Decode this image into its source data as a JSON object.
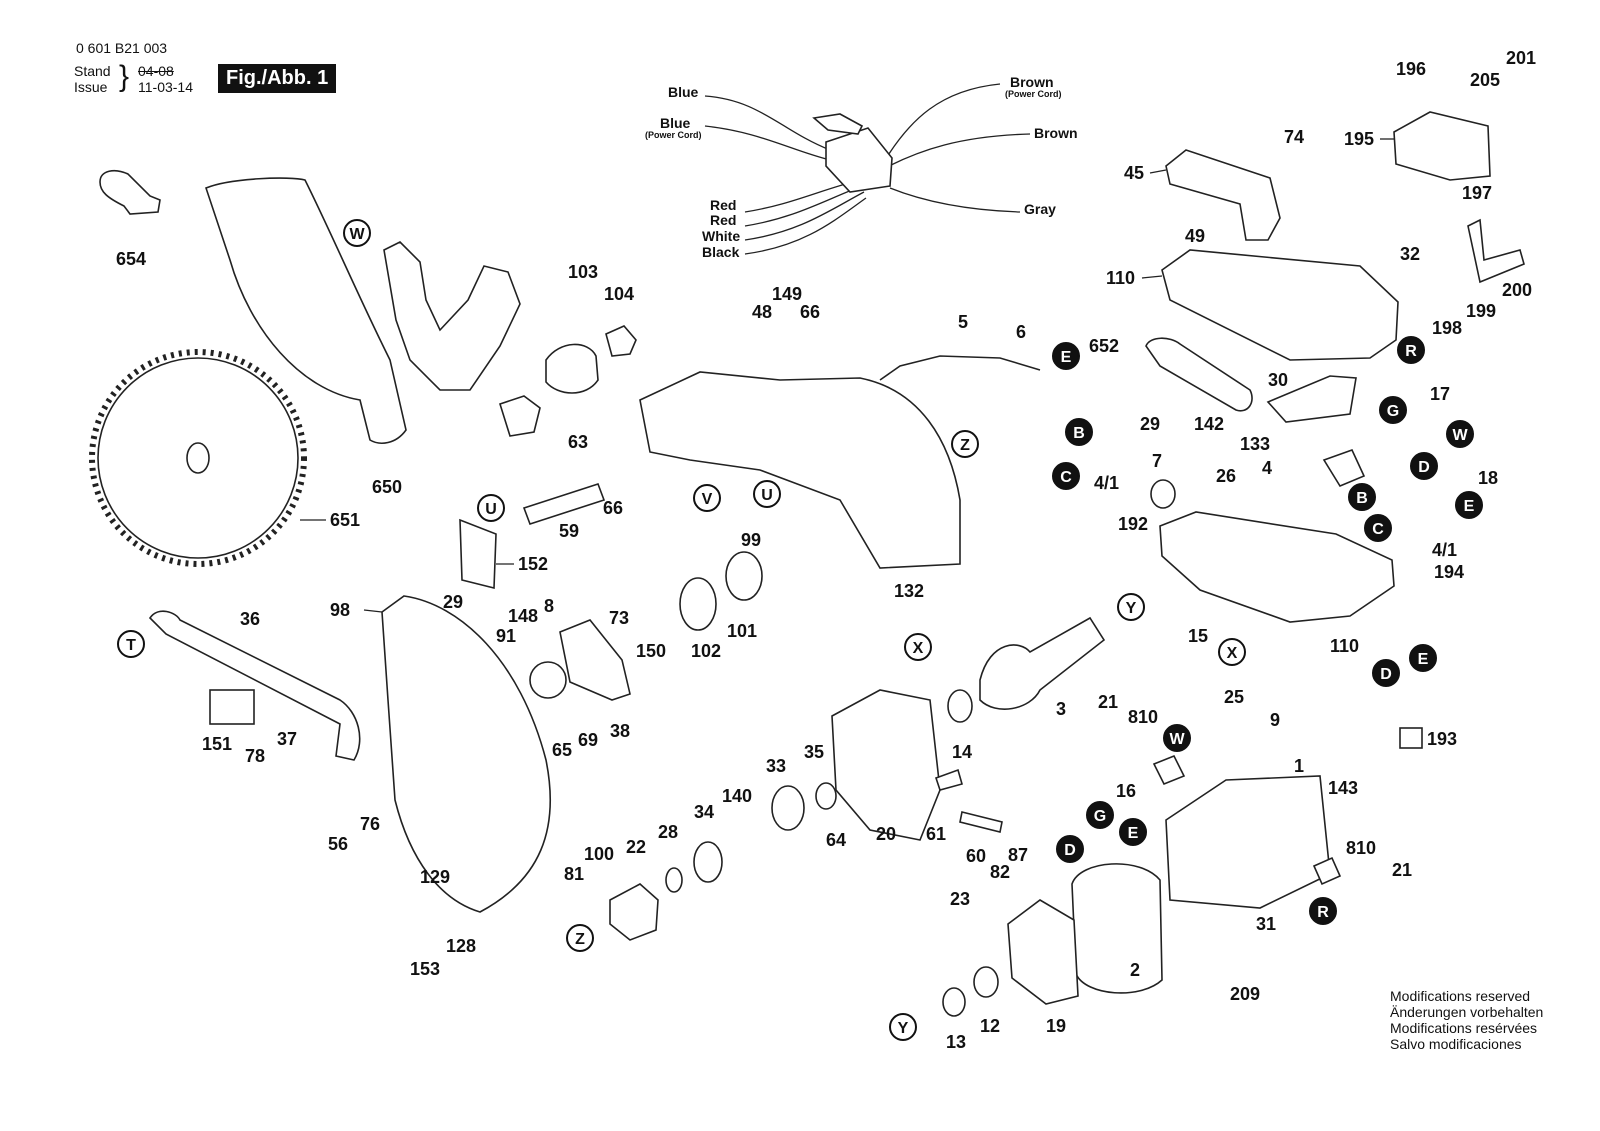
{
  "header": {
    "code": "0 601 B21 003",
    "stand_label": "Stand",
    "issue_label": "Issue",
    "stand_value": "04-08",
    "issue_value": "11-03-14",
    "figure": "Fig./Abb. 1"
  },
  "wires": {
    "blue": "Blue",
    "blue_power": "Blue",
    "power_cord": "(Power Cord)",
    "brown_power": "Brown",
    "brown_power_sub": "(Power Cord)",
    "brown": "Brown",
    "red1": "Red",
    "red2": "Red",
    "white": "White",
    "black": "Black",
    "gray": "Gray"
  },
  "parts": [
    "654",
    "650",
    "651",
    "103",
    "104",
    "48",
    "149",
    "66",
    "63",
    "66b",
    "59",
    "152",
    "29",
    "36",
    "151",
    "78",
    "37",
    "56",
    "76",
    "98",
    "148",
    "8",
    "91",
    "73",
    "65",
    "69",
    "38",
    "150",
    "102",
    "101",
    "99",
    "132",
    "5",
    "6",
    "652",
    "30",
    "110",
    "110b",
    "45",
    "74",
    "49",
    "32",
    "195",
    "196",
    "205",
    "201",
    "197",
    "200",
    "199",
    "198",
    "17",
    "18",
    "29b",
    "142",
    "133",
    "7",
    "4",
    "26",
    "192",
    "194",
    "4/1",
    "4/1b",
    "15",
    "25",
    "9",
    "1",
    "143",
    "810",
    "21",
    "16",
    "3",
    "14",
    "20",
    "61",
    "60",
    "64",
    "35",
    "33",
    "140",
    "34",
    "28",
    "22",
    "100",
    "81",
    "129",
    "128",
    "153",
    "23",
    "82",
    "87",
    "2",
    "19",
    "12",
    "13",
    "31",
    "209",
    "810b",
    "21b",
    "193"
  ],
  "callouts": [
    "W",
    "U",
    "V",
    "U",
    "Z",
    "T",
    "X",
    "Y",
    "Z",
    "Y",
    "E",
    "B",
    "C",
    "R",
    "G",
    "D",
    "W",
    "E",
    "B",
    "C",
    "D",
    "E",
    "W",
    "G",
    "E",
    "D",
    "R",
    "X"
  ],
  "modifications": [
    "Modifications reserved",
    "Änderungen vorbehalten",
    "Modifications resérvées",
    "Salvo modificaciones"
  ]
}
